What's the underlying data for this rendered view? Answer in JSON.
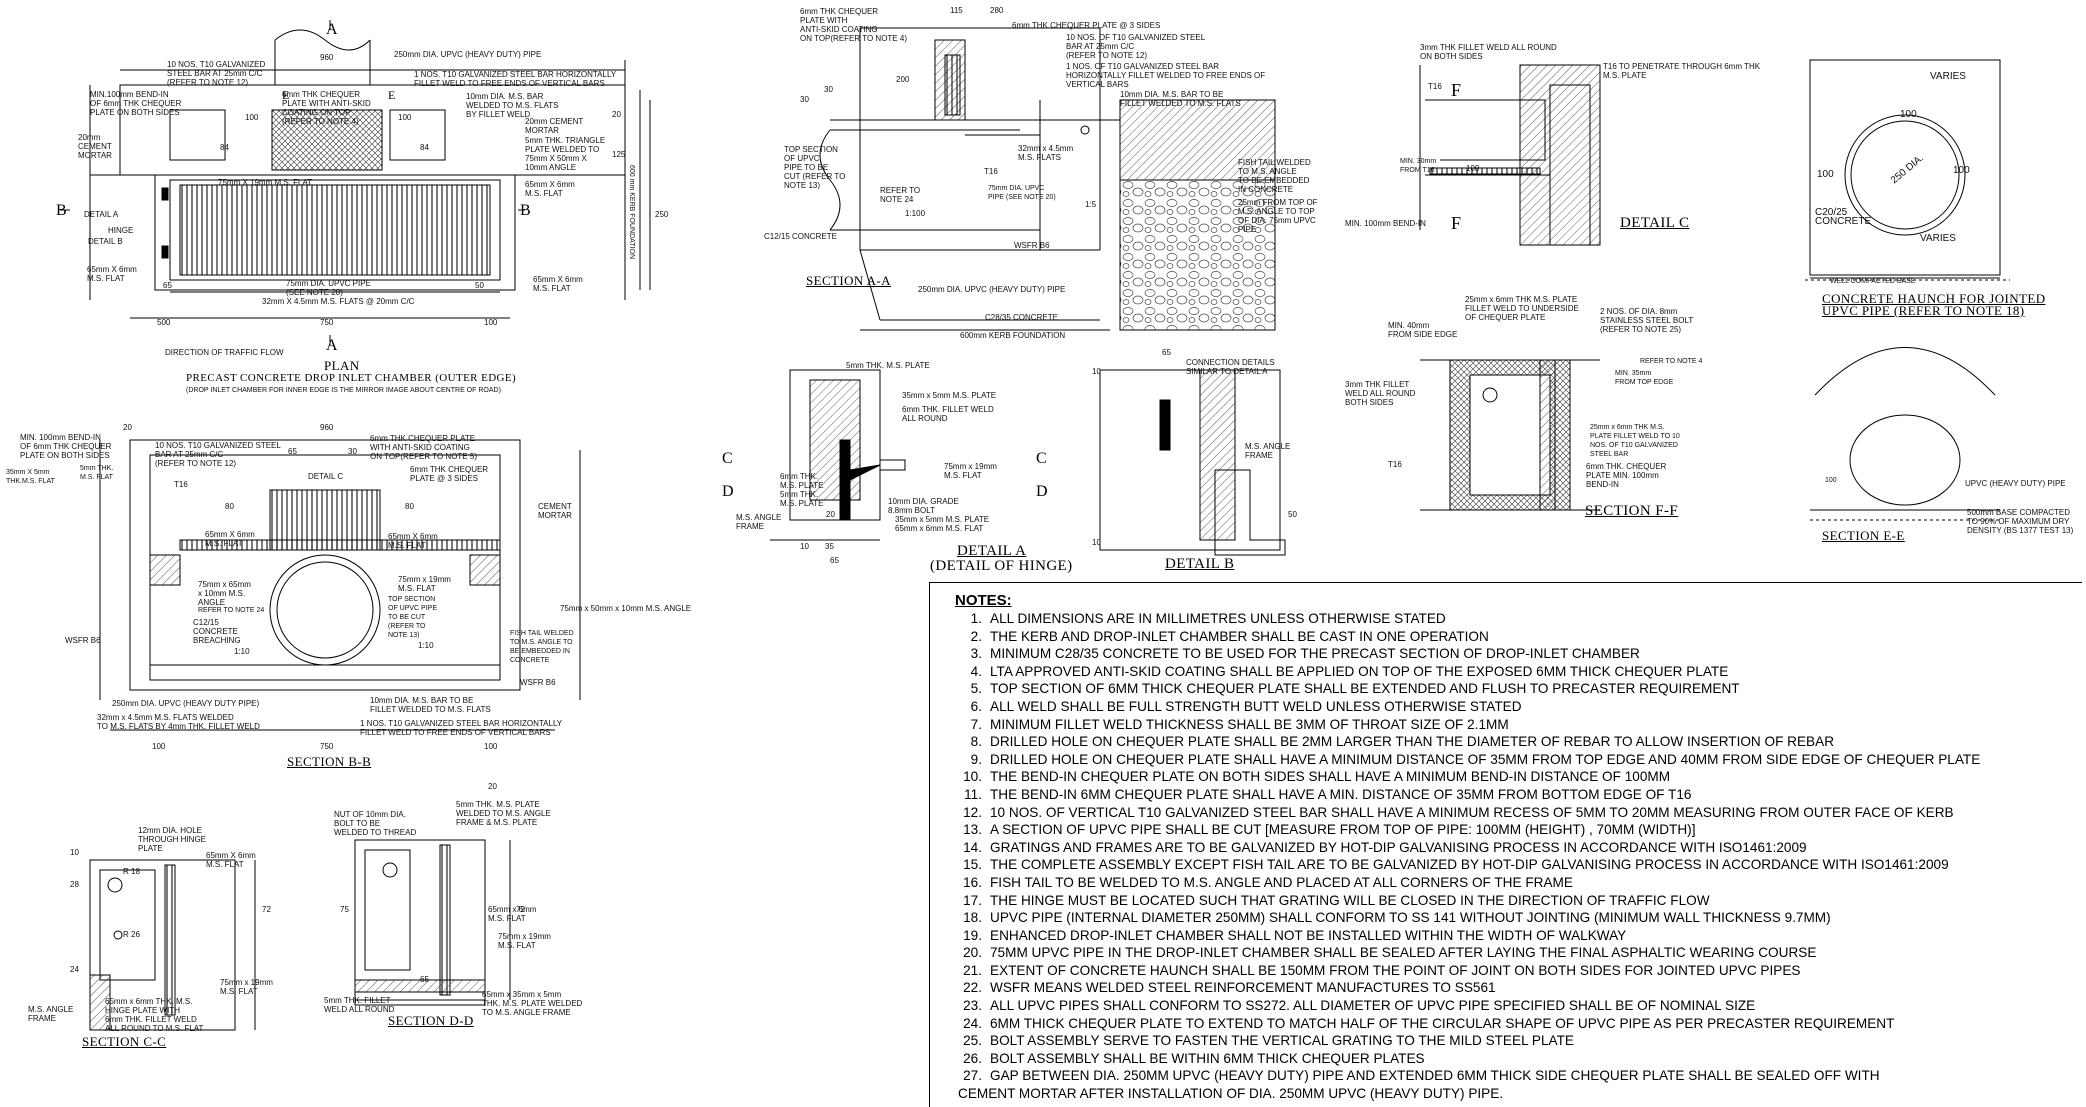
{
  "titles": {
    "plan": "PLAN",
    "plan_sub": "PRECAST CONCRETE DROP INLET CHAMBER (OUTER EDGE)",
    "plan_note": "(DROP INLET CHAMBER FOR INNER EDGE IS THE MIRROR IMAGE ABOUT CENTRE OF ROAD)",
    "section_aa": "SECTION A-A",
    "section_bb": "SECTION B-B",
    "section_cc": "SECTION C-C",
    "section_dd": "SECTION D-D",
    "detail_a": "DETAIL A",
    "detail_a_sub": "(DETAIL OF HINGE)",
    "detail_b": "DETAIL B",
    "detail_c": "DETAIL C",
    "section_ff": "SECTION F-F",
    "section_ee": "SECTION E-E",
    "haunch_1": "CONCRETE HAUNCH FOR JOINTED",
    "haunch_2": "UPVC PIPE (REFER TO NOTE 18)"
  },
  "markers": {
    "a": "A",
    "b": "B",
    "c": "C",
    "d": "D",
    "e": "E",
    "f": "F"
  },
  "plan": {
    "pipe_250": "250mm DIA. UPVC (HEAVY DUTY) PIPE",
    "t10_bars": "10 NOS. T10 GALVANIZED\nSTEEL BAR AT 25mm C/C\n(REFER TO NOTE 12)",
    "t10_horiz": "1 NOS. T10 GALVANIZED STEEL BAR HORIZONTALLY\nFILLET WELD TO FREE ENDS OF VERTICAL BARS",
    "bendin": "MIN.100mm BEND-IN\nOF 6mm THK CHEQUER\nPLATE ON BOTH SIDES",
    "chequer": "6mm THK CHEQUER\nPLATE WITH ANTI-SKID\nCOATING ON TOP\n(REFER TO NOTE 4)",
    "msbar": "10mm DIA. M.S. BAR\nWELDED TO M.S. FLATS\nBY FILLET WELD",
    "cement": "20mm\nCEMENT\nMORTAR",
    "cement2": "20mm CEMENT\nMORTAR",
    "triangle": "5mm THK. TRIANGLE\nPLATE WELDED TO\n75mm X 50mm X\n10mm ANGLE",
    "flat75": "75mm X 19mm M.S. FLAT",
    "flat65": "65mm X 6mm\nM.S. FLAT",
    "flat65b": "65mm X 6mm\nM.S. FLAT",
    "flat65c": "65mm X 6mm\nM.S. FLAT",
    "detail_a": "DETAIL A",
    "hinge": "HINGE",
    "detail_b": "DETAIL B",
    "upvc75": "75mm DIA. UPVC PIPE\n(SEE NOTE 20)",
    "flats_cc": "32mm X 4.5mm M.S. FLATS @ 20mm C/C",
    "traffic": "DIRECTION OF TRAFFIC FLOW",
    "kerb": "600 mm KERB FOUNDATION",
    "dims": [
      "960",
      "100",
      "100",
      "50",
      "65",
      "500",
      "750",
      "100",
      "84",
      "84",
      "125",
      "20",
      "250"
    ]
  },
  "section_aa": {
    "chequer": "6mm THK CHEQUER\nPLATE WITH\nANTI-SKID COATING\nON TOP(REFER TO NOTE 4)",
    "plate3": "6mm THK CHEQUER PLATE @ 3 SIDES",
    "t10": "10 NOS. OF T10 GALVANIZED STEEL\nBAR AT 25mm C/C\n(REFER TO NOTE 12)",
    "t10h": "1 NOS. OF T10 GALVANIZED STEEL BAR\nHORIZONTALLY FILLET WELDED TO FREE ENDS OF\nVERTICAL BARS",
    "msbar": "10mm DIA. M.S. BAR TO BE\nFILLET WELDED TO M.S. FLATS",
    "flats": "32mm x 4.5mm\nM.S. FLATS",
    "top_section": "TOP SECTION\nOF UPVC\nPIPE TO BE\nCUT (REFER TO\nNOTE 13)",
    "refer24": "REFER TO\nNOTE 24",
    "pipe75": "75mm DIA. UPVC\nPIPE (SEE NOTE 20)",
    "fish": "FISH TAIL WELDED\nTO M.S. ANGLE\nTO BE EMBEDDED\nIN CONCRETE",
    "fish2": "25mm FROM TOP OF\nM.S. ANGLE TO TOP\nOF DIA. 75mm UPVC\nPIPE",
    "c12": "C12/15 CONCRETE",
    "wsfr": "WSFR B6",
    "pipe250": "250mm DIA. UPVC (HEAVY DUTY) PIPE",
    "c28": "C28/35 CONCRETE",
    "kerb": "600mm KERB FOUNDATION",
    "t16": "T16",
    "slope1": "1:100",
    "slope2": "1:5",
    "dims": [
      "115",
      "280",
      "30",
      "30",
      "200"
    ]
  },
  "detail_c": {
    "weld": "3mm THK FILLET WELD ALL ROUND\nON BOTH SIDES",
    "t16": "T16 TO PENETRATE THROUGH 6mm THK\nM.S. PLATE",
    "t16b": "T16",
    "min30": "MIN. 30mm\nFROM T16",
    "bend": "MIN. 100mm BEND-IN",
    "d100": "100"
  },
  "section_ee": {
    "varies_top": "VARIES",
    "varies_bot": "VARIES",
    "d100a": "100",
    "d100b": "100",
    "d100c": "100",
    "dia": "250 DIA.",
    "concrete": "C20/25\nCONCRETE",
    "base": "WELL COMPACTED BASE",
    "pipe": "UPVC (HEAVY DUTY) PIPE",
    "base2": "500mm BASE COMPACTED\nTO 90% OF MAXIMUM DRY\nDENSITY (BS 1377 TEST 13)",
    "d100d": "100"
  },
  "section_ff": {
    "plate": "25mm x 6mm THK M.S. PLATE\nFILLET WELD TO UNDERSIDE\nOF CHEQUER PLATE",
    "bolt": "2 NOS. OF DIA. 8mm\nSTAINLESS STEEL BOLT\n(REFER TO NOTE 25)",
    "min40": "MIN. 40mm\nFROM SIDE EDGE",
    "refer4": "REFER TO NOTE 4",
    "min35": "MIN. 35mm\nFROM TOP EDGE",
    "weld": "3mm THK FILLET\nWELD ALL ROUND\nBOTH SIDES",
    "plate2": "25mm x 6mm THK M.S.\nPLATE FILLET WELD TO 10\nNOS. OF T10 GALVANIZED\nSTEEL BAR",
    "t16": "T16",
    "chequer": "6mm THK. CHEQUER\nPLATE MIN. 100mm\nBEND-IN"
  },
  "detail_a": {
    "plate5": "5mm THK. M.S. PLATE",
    "plate35": "35mm x 5mm M.S. PLATE",
    "weld": "6mm THK. FILLET WELD\nALL ROUND",
    "plate6": "6mm THK.\nM.S. PLATE",
    "plate5b": "5mm THK.\nM.S. PLATE",
    "flat75": "75mm x 19mm\nM.S. FLAT",
    "frame": "M.S. ANGLE\nFRAME",
    "grade": "10mm DIA. GRADE\n8.8mm BOLT",
    "plate35b": "35mm x 5mm M.S. PLATE",
    "flat65": "65mm x 6mm M.S. FLAT",
    "dims": [
      "20",
      "10",
      "35",
      "65"
    ]
  },
  "detail_b": {
    "conn": "CONNECTION DETAILS\nSIMILAR TO DETAIL A",
    "frame": "M.S. ANGLE\nFRAME",
    "dims": [
      "65",
      "10",
      "50",
      "10"
    ]
  },
  "section_bb": {
    "bendin": "MIN. 100mm BEND-IN\nOF 6mm THK CHEQUER\nPLATE ON BOTH SIDES",
    "t10": "10 NOS. T10 GALVANIZED  STEEL\nBAR AT 25mm C/C\n(REFER TO NOTE 12)",
    "chequer": "6mm THK CHEQUER PLATE\nWITH ANTI-SKID COATING\nON TOP(REFER TO NOTE 5)",
    "plate3": "6mm THK CHEQUER\nPLATE @ 3 SIDES",
    "detail_c": "DETAIL C",
    "flat35": "35mm X 5mm\nTHK.M.S. FLAT",
    "thk5": "5mm THK.\nM.S. FLAT",
    "t16": "T16",
    "flat65": "65mm X 6mm\nM.S. FLAT",
    "flat65b": "65mm X 6mm\nM.S. FLAT",
    "cement": "CEMENT\nMORTAR",
    "angle": "75mm x 65mm\nx 10mm M.S.\nANGLE",
    "refer24": "REFER TO NOTE 24",
    "flat75": "75mm x 19mm\nM.S. FLAT",
    "top": "TOP SECTION\nOF UPVC PIPE\nTO BE CUT\n(REFER TO\nNOTE 13)",
    "angle2": "75mm x 50mm x 10mm M.S. ANGLE",
    "c12": "C12/15\nCONCRETE\nBREACHING",
    "fish": "FISH TAIL WELDED\nTO M.S. ANGLE TO\nBE EMBEDDED IN\nCONCRETE",
    "wsfr": "WSFR B6",
    "wsfr2": "WSFR B6",
    "pipe250": "250mm DIA. UPVC (HEAVY DUTY PIPE)",
    "msbar": "10mm DIA. M.S. BAR TO BE\nFILLET WELDED TO M.S. FLATS",
    "flats": "32mm x 4.5mm M.S. FLATS WELDED\nTO M.S. FLATS BY 4mm THK. FILLET WELD",
    "t10h": "1 NOS. T10 GALVANIZED STEEL BAR HORIZONTALLY\nFILLET WELD TO FREE ENDS OF VERTICAL BARS",
    "slope1": "1:10",
    "slope2": "1:10",
    "dims": [
      "960",
      "20",
      "80",
      "80",
      "65",
      "30",
      "100",
      "750",
      "100"
    ]
  },
  "section_cc": {
    "hole": "12mm DIA. HOLE\nTHROUGH HINGE\nPLATE",
    "flat65": "65mm X 6mm\nM.S. FLAT",
    "r18": "R 18",
    "r26": "R 26",
    "flat75": "75mm x 19mm\nM.S. FLAT",
    "frame": "M.S. ANGLE\nFRAME",
    "hinge": "65mm x 6mm THK. M.S.\nHINGE PLATE WITH\n6mm THK. FILLET WELD\nALL ROUND TO M.S. FLAT",
    "dims": [
      "10",
      "28",
      "24",
      "72"
    ]
  },
  "section_dd": {
    "nut": "NUT OF 10mm DIA.\nBOLT TO BE\nWELDED TO THREAD",
    "plate": "5mm THK. M.S. PLATE\nWELDED TO M.S. ANGLE\nFRAME & M.S. PLATE",
    "flat65": "65mm x 6mm\nM.S. FLAT",
    "flat75": "75mm x 19mm\nM.S. FLAT",
    "weld": "5mm THK. FILLET\nWELD ALL ROUND",
    "plate65": "65mm x 35mm x 5mm\nTHK. M.S. PLATE WELDED\nTO M.S. ANGLE FRAME",
    "dims": [
      "20",
      "65",
      "75",
      "72"
    ]
  },
  "notes": {
    "heading": "NOTES:",
    "items": [
      "ALL DIMENSIONS ARE IN MILLIMETRES UNLESS OTHERWISE STATED",
      "THE KERB AND DROP-INLET CHAMBER SHALL BE CAST IN ONE OPERATION",
      "MINIMUM C28/35 CONCRETE TO BE USED FOR THE PRECAST SECTION OF DROP-INLET CHAMBER",
      "LTA APPROVED ANTI-SKID COATING SHALL BE APPLIED ON TOP OF THE EXPOSED 6MM THICK CHEQUER PLATE",
      "TOP SECTION OF 6MM THICK CHEQUER PLATE SHALL BE EXTENDED AND FLUSH TO PRECASTER REQUIREMENT",
      "ALL WELD SHALL BE FULL STRENGTH BUTT WELD UNLESS OTHERWISE STATED",
      "MINIMUM FILLET WELD THICKNESS  SHALL BE 3MM OF THROAT SIZE OF 2.1MM",
      "DRILLED HOLE ON CHEQUER PLATE SHALL BE 2MM LARGER THAN THE DIAMETER OF REBAR TO ALLOW INSERTION OF REBAR",
      "DRILLED HOLE ON CHEQUER PLATE SHALL HAVE A MINIMUM DISTANCE OF 35MM FROM TOP EDGE AND 40MM FROM SIDE EDGE OF CHEQUER PLATE",
      "THE BEND-IN CHEQUER PLATE ON BOTH SIDES SHALL HAVE A MINIMUM BEND-IN DISTANCE OF 100MM",
      "THE BEND-IN 6MM CHEQUER PLATE SHALL HAVE A MIN. DISTANCE OF 35MM FROM BOTTOM EDGE OF T16",
      "10 NOS. OF VERTICAL T10 GALVANIZED STEEL BAR SHALL HAVE A MINIMUM RECESS OF 5MM TO 20MM MEASURING FROM OUTER FACE OF KERB",
      "A SECTION OF UPVC PIPE SHALL BE CUT [MEASURE FROM TOP OF PIPE: 100MM (HEIGHT) , 70MM (WIDTH)]",
      "GRATINGS AND FRAMES ARE TO BE GALVANIZED BY HOT-DIP GALVANISING PROCESS IN ACCORDANCE WITH ISO1461:2009",
      "THE COMPLETE ASSEMBLY EXCEPT FISH TAIL ARE TO BE GALVANIZED BY HOT-DIP GALVANISING PROCESS IN ACCORDANCE WITH ISO1461:2009",
      "FISH TAIL TO BE WELDED TO M.S. ANGLE AND PLACED AT ALL CORNERS OF THE FRAME",
      "THE HINGE MUST BE LOCATED SUCH THAT GRATING WILL BE CLOSED IN THE DIRECTION OF TRAFFIC FLOW",
      "UPVC PIPE (INTERNAL DIAMETER 250MM) SHALL CONFORM TO SS 141 WITHOUT JOINTING (MINIMUM WALL THICKNESS 9.7MM)",
      "ENHANCED DROP-INLET CHAMBER SHALL NOT BE INSTALLED WITHIN THE WIDTH OF WALKWAY",
      "75MM UPVC PIPE IN THE DROP-INLET CHAMBER SHALL BE SEALED AFTER LAYING THE FINAL ASPHALTIC WEARING COURSE",
      "EXTENT OF CONCRETE HAUNCH SHALL BE 150MM FROM THE POINT OF JOINT ON BOTH SIDES FOR JOINTED UPVC PIPES",
      "WSFR MEANS WELDED STEEL REINFORCEMENT MANUFACTURES TO SS561",
      "ALL UPVC PIPES SHALL CONFORM TO SS272. ALL DIAMETER OF UPVC PIPE SPECIFIED SHALL BE OF NOMINAL SIZE",
      "6MM THICK CHEQUER PLATE TO EXTEND TO MATCH HALF OF THE CIRCULAR SHAPE OF UPVC PIPE AS PER PRECASTER REQUIREMENT",
      "BOLT ASSEMBLY SERVE TO FASTEN THE VERTICAL GRATING TO THE MILD STEEL PLATE",
      "BOLT ASSEMBLY SHALL BE WITHIN 6MM THICK CHEQUER PLATES",
      "GAP BETWEEN DIA. 250MM UPVC (HEAVY DUTY) PIPE AND EXTENDED 6MM THICK SIDE CHEQUER PLATE SHALL BE SEALED OFF WITH\nCEMENT MORTAR AFTER INSTALLATION OF DIA. 250MM UPVC (HEAVY DUTY) PIPE."
    ]
  }
}
